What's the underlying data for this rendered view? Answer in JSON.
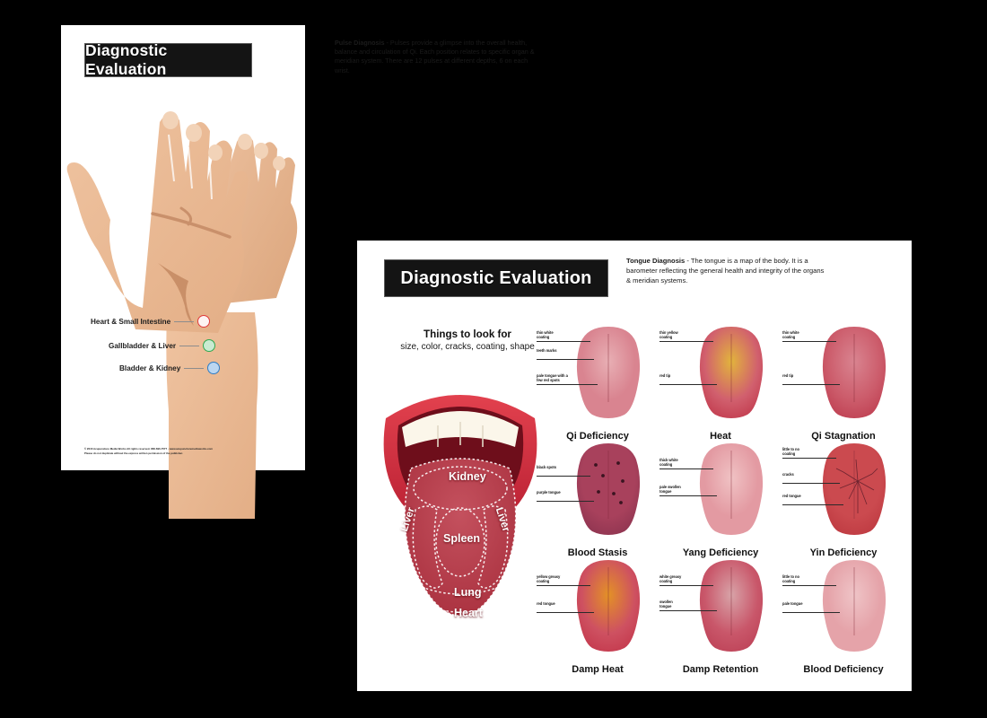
{
  "slides": {
    "pulse": {
      "title": "Diagnostic Evaluation",
      "blurb_lead": "Pulse Diagnosis",
      "blurb_text": " - Pulses provide a glimpse into the overall health, balance and circulation of Qi. Each position relates to specific organ & meridian system. There are 12 pulses at different depths, 6 on each wrist.",
      "legend": [
        {
          "label": "Heart & Small Intestine",
          "color": "#E03A3A",
          "fill": "#FDF3F2"
        },
        {
          "label": "Gallbladder & Liver",
          "color": "#2FA84F",
          "fill": "#EAF9EE"
        },
        {
          "label": "Bladder & Kidney",
          "color": "#2F7CC4",
          "fill": "#EAF2FB"
        }
      ],
      "fineprint_line1": "© 2016 Acupuncture Media Works All rights reserved. 866-696-7577 · www.acupuncturemediaworks.com",
      "fineprint_line2": "Please do not duplicate without the express written permission of the publisher."
    },
    "tongue": {
      "title": "Diagnostic Evaluation",
      "blurb_lead": "Tongue Diagnosis",
      "blurb_text": " - The tongue is a map of the body. It is a barometer reflecting the general health and integrity of the organs & meridian systems.",
      "things_heading": "Things to look for",
      "things_sub": "size, color, cracks, coating, shape",
      "map_zones": [
        {
          "name": "Kidney"
        },
        {
          "name": "Liver"
        },
        {
          "name": "Liver"
        },
        {
          "name": "Spleen"
        },
        {
          "name": "Lung"
        },
        {
          "name": "Heart"
        }
      ],
      "cells": [
        {
          "name": "Qi Deficiency",
          "body": "#D98490",
          "tip": "#D98490",
          "coat": "#E8AFB4",
          "annotations": [
            "thin white\ncoating",
            "teeth marks",
            "pale tongue with a\nfew red spots"
          ]
        },
        {
          "name": "Heat",
          "body": "#D1606E",
          "tip": "#C23B4E",
          "coat": "#E2B43C",
          "annotations": [
            "thin yellow\ncoating",
            "red tip"
          ]
        },
        {
          "name": "Qi Stagnation",
          "body": "#CC5C6B",
          "tip": "#BF4052",
          "coat": "#D98490",
          "annotations": [
            "thin white\ncoating",
            "red tip"
          ]
        },
        {
          "name": "Blood Stasis",
          "body": "#A8415C",
          "tip": "#8E3450",
          "coat": "#A8415C",
          "annotations": [
            "black spots",
            "purple tongue"
          ]
        },
        {
          "name": "Yang Deficiency",
          "body": "#E39AA2",
          "tip": "#E39AA2",
          "coat": "#F0C2C4",
          "annotations": [
            "thick white\ncoating",
            "pale swollen\ntongue"
          ]
        },
        {
          "name": "Yin Deficiency",
          "body": "#CB4A4F",
          "tip": "#BE3A41",
          "coat": "#CB4A4F",
          "annotations": [
            "little to no\ncoating",
            "cracks",
            "red tongue"
          ]
        },
        {
          "name": "Damp Heat",
          "body": "#CE5161",
          "tip": "#C4394D",
          "coat": "#E39126",
          "annotations": [
            "yellow greasy\ncoating",
            "red tongue"
          ]
        },
        {
          "name": "Damp Retention",
          "body": "#C9576A",
          "tip": "#BE4358",
          "coat": "#D8A3A8",
          "annotations": [
            "white greasy\ncoating",
            "swollen\ntongue"
          ]
        },
        {
          "name": "Blood Deficiency",
          "body": "#E5A3A9",
          "tip": "#E5A3A9",
          "coat": "#EFC4C7",
          "annotations": [
            "little to no\ncoating",
            "pale tongue"
          ]
        }
      ]
    }
  }
}
